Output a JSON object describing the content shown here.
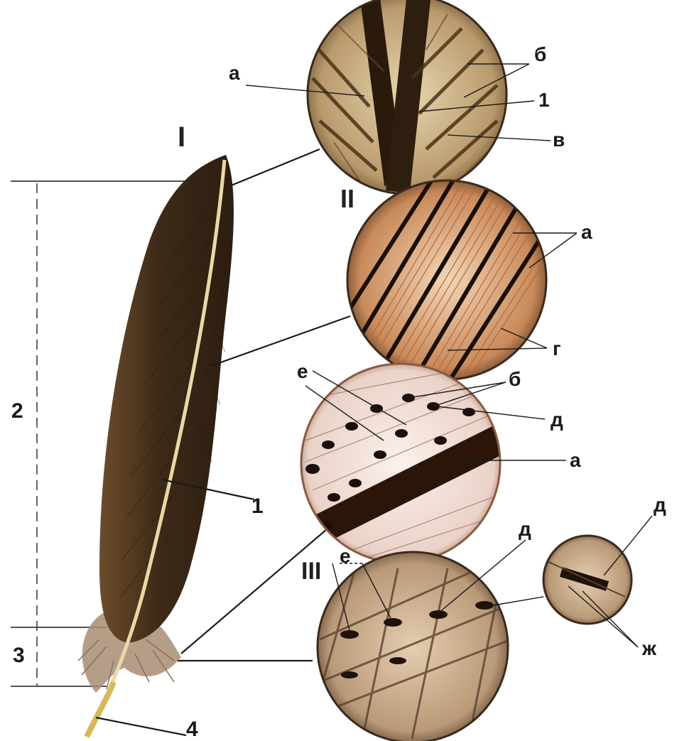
{
  "figure": {
    "roman_labels": [
      "I",
      "II",
      "III"
    ],
    "feather_labels": [
      "1",
      "2",
      "3",
      "4"
    ],
    "inset1_labels": [
      "а",
      "б",
      "1",
      "в"
    ],
    "inset2_labels": [
      "а",
      "г"
    ],
    "inset3_labels": [
      "е",
      "б",
      "д",
      "а"
    ],
    "inset4_labels": [
      "е",
      "д"
    ],
    "inset5_labels": [
      "д",
      "ж"
    ],
    "colors": {
      "feather_dark": "#3a2a1a",
      "feather_mid": "#5c4126",
      "shaft": "#e8d9a8",
      "inset_bg_warm": "#d9c5a0",
      "inset_bg_pink": "#f2e2dc",
      "ring": "#3b2a1c"
    }
  }
}
